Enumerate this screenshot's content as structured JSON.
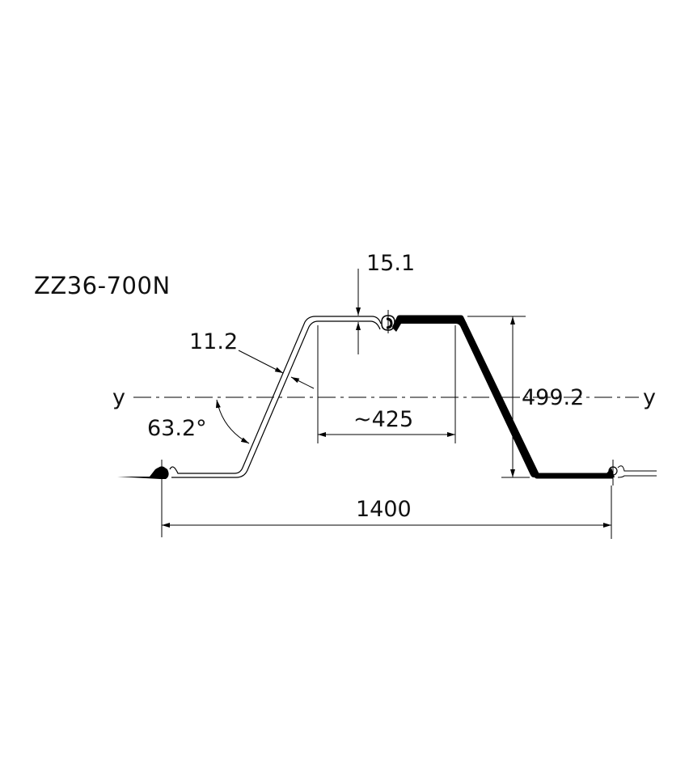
{
  "title": "ZZ36-700N",
  "axis": {
    "left_label": "y",
    "right_label": "y"
  },
  "dimensions": {
    "flange_thickness": "15.1",
    "web_thickness": "11.2",
    "web_angle": "63.2°",
    "flange_width": "~425",
    "height": "499.2",
    "system_width": "1400"
  },
  "colors": {
    "line": "#000000",
    "background": "#ffffff",
    "text": "#111111"
  }
}
